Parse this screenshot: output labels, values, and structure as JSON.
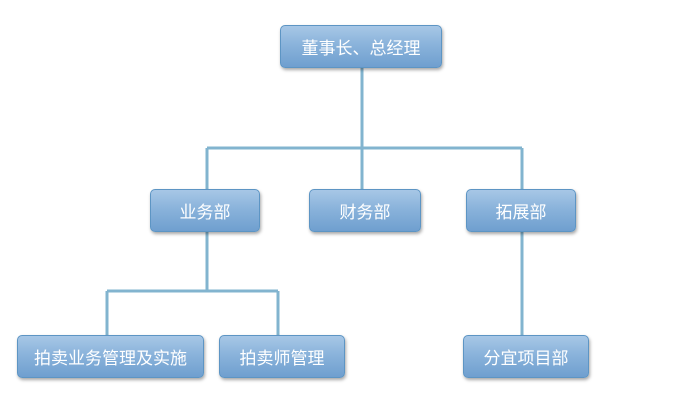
{
  "org_chart": {
    "chairman": "董事长、总经理",
    "departments": {
      "business": "业务部",
      "finance": "财务部",
      "expansion": "拓展部"
    },
    "sub_units": {
      "auction_management": "拍卖业务管理及实施",
      "auctioneer_management": "拍卖师管理",
      "project_department": "分宜项目部"
    }
  },
  "colors": {
    "box_top": "#a7c7e6",
    "box_bottom": "#6f9fcf",
    "box_border": "#5d95c4",
    "connector": "#82b4cf",
    "text": "#ffffff"
  }
}
